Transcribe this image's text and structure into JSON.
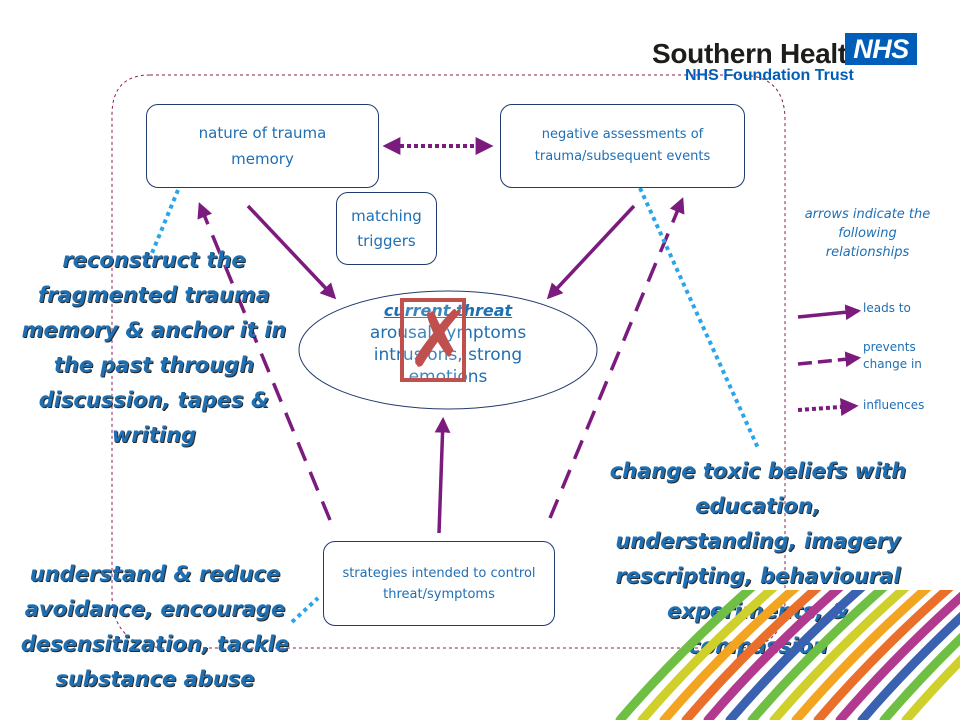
{
  "brand": {
    "name": "Southern Health",
    "badge": "NHS",
    "subtitle": "NHS Foundation Trust",
    "colors": {
      "nhs_blue": "#005eb8",
      "text_dark": "#1d1d1b"
    }
  },
  "nodes": {
    "trauma_memory": "nature of trauma memory",
    "negative_assessments": "negative assessments of trauma/subsequent events",
    "matching_triggers": "matching triggers",
    "current_threat_title": "current threat",
    "current_threat_body": "arousal symptoms intrusions, strong emotions",
    "strategies": "strategies intended to control threat/symptoms"
  },
  "overlay_mark": {
    "glyph": "✗",
    "color": "#c0504d",
    "box_color": "#c0504d"
  },
  "legend": {
    "title": "arrows indicate the following relationships",
    "items": [
      {
        "style": "solid",
        "label": "leads to"
      },
      {
        "style": "dashed",
        "label": "prevents change in"
      },
      {
        "style": "dotted",
        "label": "influences"
      }
    ]
  },
  "annotations": {
    "reconstruct": "reconstruct the fragmented trauma memory   & anchor it in the past through discussion,  tapes & writing",
    "avoidance": "understand & reduce avoidance, encourage desensitization, tackle substance abuse",
    "beliefs": "change toxic beliefs with education, understanding, imagery rescripting, behavioural experiments, & compassion"
  },
  "colors": {
    "node_text": "#1f6fb3",
    "arrow": "#7b1b7e",
    "dotted_blue": "#2aa5e8",
    "boundary": "#8b1f5a",
    "stripes": [
      "#6fbf44",
      "#cfd02b",
      "#f3a521",
      "#ea6f2b",
      "#b23a8e",
      "#3a62b0"
    ]
  }
}
